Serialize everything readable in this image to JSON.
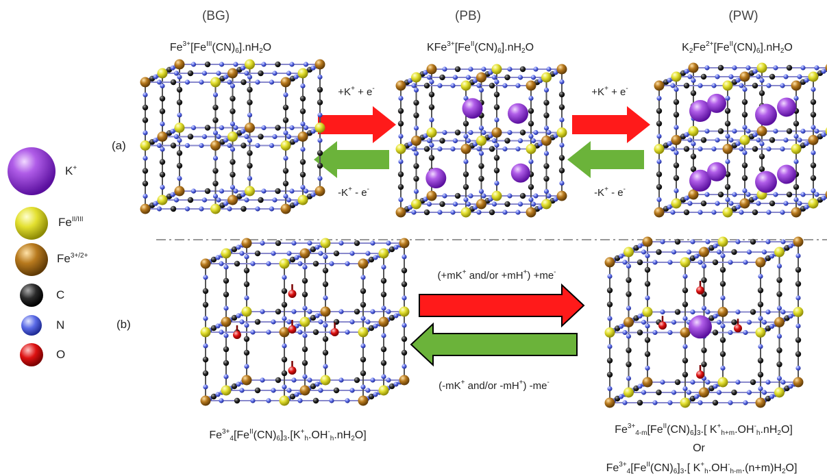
{
  "headers": {
    "bg": "(BG)",
    "pb": "(PB)",
    "pw": "(PW)"
  },
  "formulas": {
    "bg": {
      "a": "Fe",
      "sup1": "3+",
      "b": "[Fe",
      "sup2": "III",
      "c": "(CN)",
      "sub1": "6",
      "d": "].nH",
      "sub2": "2",
      "e": "O"
    },
    "pb": {
      "a": "KFe",
      "sup1": "3+",
      "b": "[Fe",
      "sup2": "II",
      "c": "(CN)",
      "sub1": "6",
      "d": "].nH",
      "sub2": "2",
      "e": "O"
    },
    "pw": {
      "a": "K",
      "sub0": "2",
      "a2": "Fe",
      "sup1": "2+",
      "b": "[Fe",
      "sup2": "II",
      "c": "(CN)",
      "sub1": "6",
      "d": "].nH",
      "sub2": "2",
      "e": "O"
    },
    "b_left": {
      "a": "Fe",
      "sup1": "3+",
      "sub1": "4",
      "b": "[Fe",
      "sup2": "II",
      "c": "(CN)",
      "sub2": "6",
      "d": "]",
      "sub3": "3",
      "e": ".[K",
      "sup3": "+",
      "sub4": "h",
      "f": ".OH",
      "sup4": "-",
      "sub5": "h",
      "g": ".nH",
      "sub6": "2",
      "h": "O]"
    },
    "b_right1": {
      "a": "Fe",
      "sup1": "3+",
      "sub1": "4-m",
      "b": "[Fe",
      "sup2": "II",
      "c": "(CN)",
      "sub2": "6",
      "d": "]",
      "sub3": "3",
      "e": ".[ K",
      "sup3": "+",
      "sub4": "h+m",
      "f": ".OH",
      "sup4": "-",
      "sub5": "h",
      "g": ".nH",
      "sub6": "2",
      "h": "O]"
    },
    "or": "Or",
    "b_right2": {
      "a": "Fe",
      "sup1": "3+",
      "sub1": "4",
      "b": "[Fe",
      "sup2": "II",
      "c": "(CN)",
      "sub2": "6",
      "d": "]",
      "sub3": "3",
      "e": ".[ K",
      "sup3": "+",
      "sub4": "h",
      "f": ".OH",
      "sup4": "-",
      "sub5": "h-m",
      "g": ".(n+m)H",
      "sub6": "2",
      "h": "O]"
    }
  },
  "arrows": {
    "a1_fwd": {
      "a": "+K",
      "sup1": "+",
      "b": " + e",
      "sup2": "-"
    },
    "a1_bwd": {
      "a": "-K",
      "sup1": "+",
      "b": " - e",
      "sup2": "-"
    },
    "a2_fwd": {
      "a": "+K",
      "sup1": "+",
      "b": " + e",
      "sup2": "-"
    },
    "a2_bwd": {
      "a": "-K",
      "sup1": "+",
      "b": " - e",
      "sup2": "-"
    },
    "b_fwd": {
      "a": "(+mK",
      "sup1": "+",
      "b": " and/or +mH",
      "sup2": "+",
      "c": ") +me",
      "sup3": "-"
    },
    "b_bwd": {
      "a": "(-mK",
      "sup1": "+",
      "b": " and/or -mH",
      "sup2": "+",
      "c": ") -me",
      "sup3": "-"
    }
  },
  "panels": {
    "a": "(a)",
    "b": "(b)"
  },
  "legend": {
    "k": {
      "a": "K",
      "sup": "+"
    },
    "fe23": {
      "a": "Fe",
      "sup": "II/III"
    },
    "fe32": {
      "a": "Fe",
      "sup": "3+/2+"
    },
    "c": "C",
    "n": "N",
    "o": "O"
  },
  "colors": {
    "k": "#8a2be2",
    "fe_yellow": "#e3e030",
    "fe_brown": "#b87a1e",
    "carbon": "#222222",
    "nitrogen": "#5a6ae6",
    "oxygen": "#dd1111",
    "arrow_red": "#ff1a1a",
    "arrow_green": "#6bb33a"
  }
}
